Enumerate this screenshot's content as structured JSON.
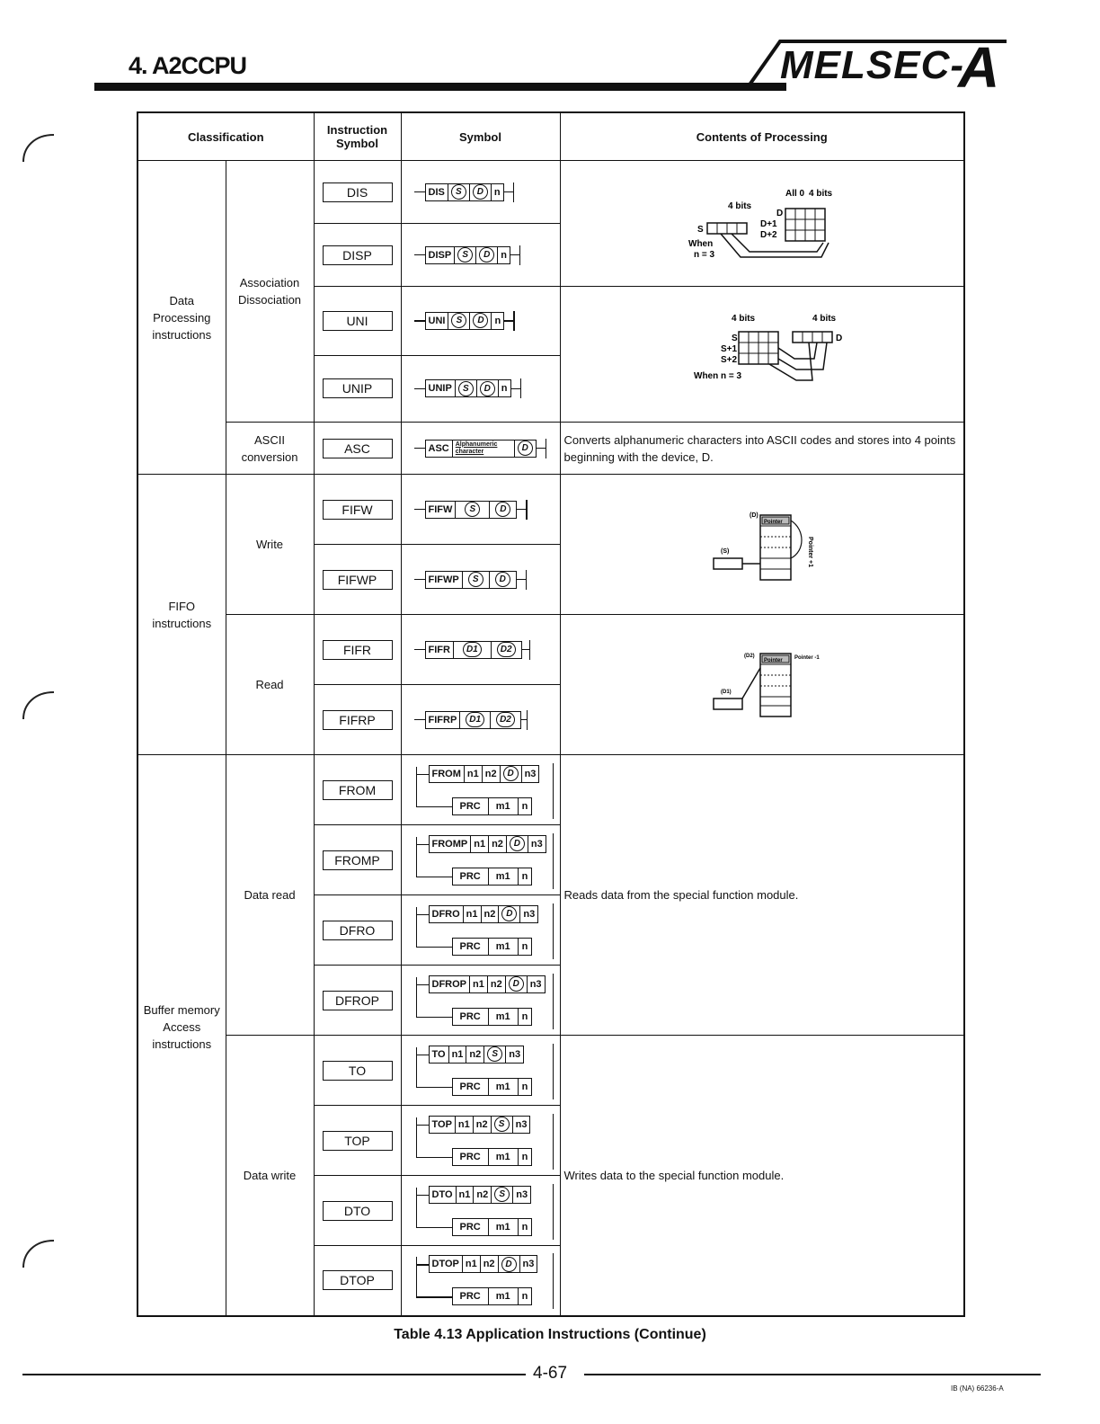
{
  "header": {
    "chapter": "4. A2CCPU",
    "brand": "MELSEC-",
    "brand_suffix": "A"
  },
  "columns": {
    "classification": "Classification",
    "instruction": "Instruction\nSymbol",
    "symbol": "Symbol",
    "contents": "Contents of Processing"
  },
  "groups": {
    "data_processing": "Data\nProcessing\ninstructions",
    "association": "Association\nDissociation",
    "ascii": "ASCII\nconversion",
    "fifo": "FIFO\ninstructions",
    "write": "Write",
    "read": "Read",
    "buffer": "Buffer memory\nAccess\ninstructions",
    "data_read": "Data read",
    "data_write": "Data write"
  },
  "rows": {
    "dis": {
      "name": "DIS",
      "parts": [
        "DIS",
        "S",
        "D",
        "n"
      ]
    },
    "disp": {
      "name": "DISP",
      "parts": [
        "DISP",
        "S",
        "D",
        "n"
      ]
    },
    "uni": {
      "name": "UNI",
      "parts": [
        "UNI",
        "S",
        "D",
        "n"
      ]
    },
    "unip": {
      "name": "UNIP",
      "parts": [
        "UNIP",
        "S",
        "D",
        "n"
      ]
    },
    "asc": {
      "name": "ASC",
      "parts": [
        "ASC",
        "Alphanumeric character",
        "D"
      ]
    },
    "fifw": {
      "name": "FIFW",
      "parts": [
        "FIFW",
        "S",
        "D"
      ]
    },
    "fifwp": {
      "name": "FIFWP",
      "parts": [
        "FIFWP",
        "S",
        "D"
      ]
    },
    "fifr": {
      "name": "FIFR",
      "parts": [
        "FIFR",
        "D1",
        "D2"
      ]
    },
    "fifrp": {
      "name": "FIFRP",
      "parts": [
        "FIFRP",
        "D1",
        "D2"
      ]
    },
    "from": {
      "name": "FROM",
      "parts": [
        "FROM",
        "n1",
        "n2",
        "D",
        "n3"
      ]
    },
    "fromp": {
      "name": "FROMP",
      "parts": [
        "FROMP",
        "n1",
        "n2",
        "D",
        "n3"
      ]
    },
    "dfro": {
      "name": "DFRO",
      "parts": [
        "DFRO",
        "n1",
        "n2",
        "D",
        "n3"
      ]
    },
    "dfrop": {
      "name": "DFROP",
      "parts": [
        "DFROP",
        "n1",
        "n2",
        "D",
        "n3"
      ]
    },
    "to": {
      "name": "TO",
      "parts": [
        "TO",
        "n1",
        "n2",
        "S",
        "n3"
      ]
    },
    "top": {
      "name": "TOP",
      "parts": [
        "TOP",
        "n1",
        "n2",
        "S",
        "n3"
      ]
    },
    "dto": {
      "name": "DTO",
      "parts": [
        "DTO",
        "n1",
        "n2",
        "S",
        "n3"
      ]
    },
    "dtop": {
      "name": "DTOP",
      "parts": [
        "DTOP",
        "n1",
        "n2",
        "D",
        "n3"
      ]
    },
    "prc": {
      "parts": [
        "PRC",
        "m1",
        "n"
      ]
    }
  },
  "diagrams": {
    "dis": {
      "all": "All 0",
      "bits_right": "4 bits",
      "bits_left": "4 bits",
      "s": "S",
      "d": "D",
      "d1": "D+1",
      "d2": "D+2",
      "when": "When\nn = 3"
    },
    "uni": {
      "bits_left": "4 bits",
      "bits_right": "4 bits",
      "s": "S",
      "s1": "S+1",
      "s2": "S+2",
      "d": "D",
      "when": "When n = 3"
    },
    "fifw": {
      "d": "(D)",
      "s": "(S)",
      "pointer": "Pointer",
      "pointer_side": "Pointer\n+1"
    },
    "fifr": {
      "d2": "(D2)",
      "d1": "(D1)",
      "pointer": "Pointer",
      "pointer_side": "Pointer\n-1"
    }
  },
  "contents": {
    "asc": "Converts alphanumeric characters into ASCII codes and stores into 4 points beginning with the device, D.",
    "read": "Reads data from the special function module.",
    "write": "Writes data to the special function module."
  },
  "footer": {
    "caption": "Table 4.13 Application Instructions (Continue)",
    "page": "4-67",
    "doc_no": "IB (NA) 66236-A"
  }
}
